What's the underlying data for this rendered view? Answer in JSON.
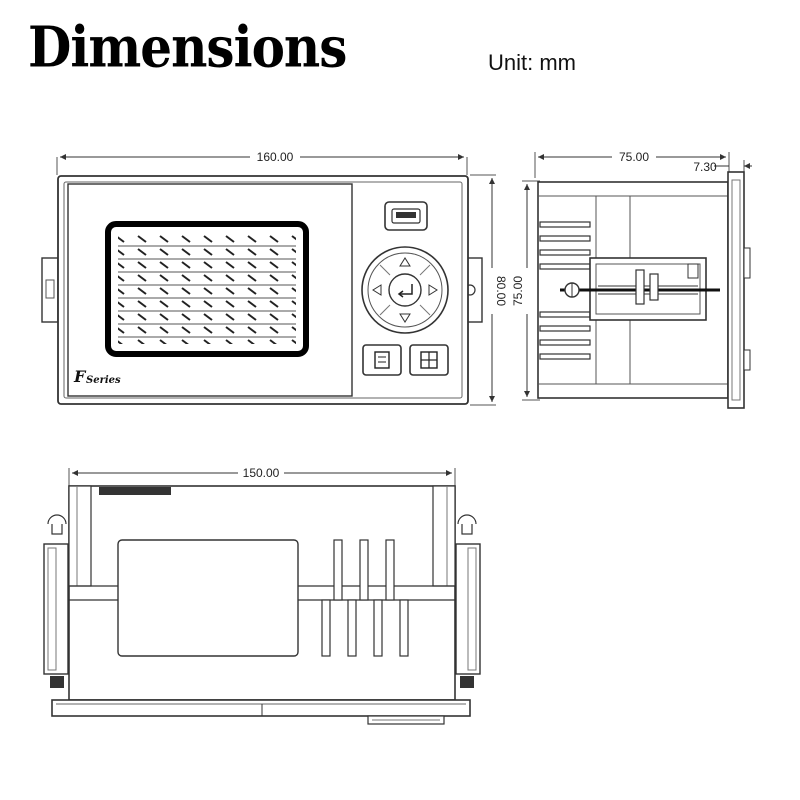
{
  "header": {
    "title": "Dimensions",
    "unit": "Unit: mm"
  },
  "front_view": {
    "width_label": "160.00",
    "height_label": "80.00",
    "brand_letter": "F",
    "brand_word": "Series"
  },
  "side_view": {
    "depth_label": "75.00",
    "flange_label": "7.30",
    "height_label": "75.00"
  },
  "top_view": {
    "width_label": "150.00"
  }
}
